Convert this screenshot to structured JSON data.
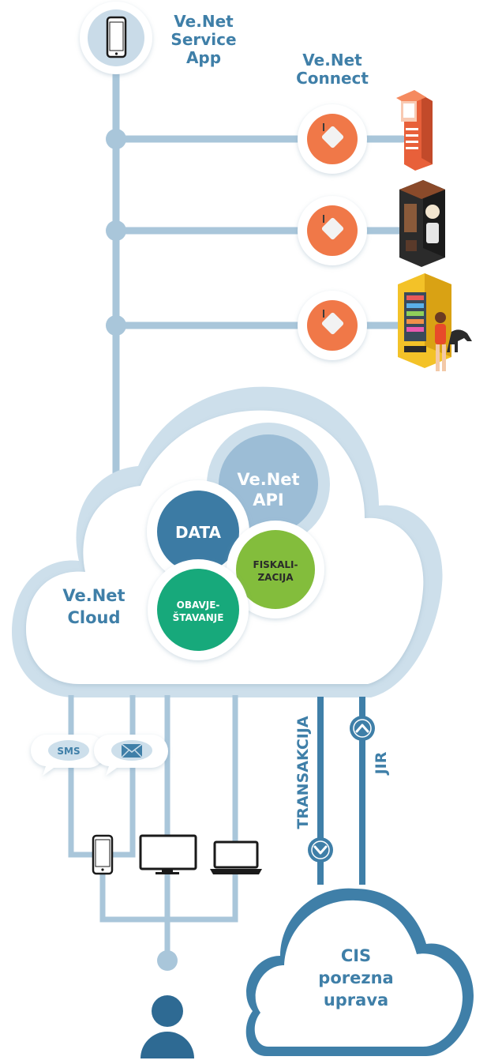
{
  "colors": {
    "line": "#a9c6da",
    "line_dark": "#3f7fa8",
    "text_blue": "#3f7fa8",
    "orange": "#f07848",
    "data": "#3c7ba4",
    "api": "#9cbdd6",
    "fiskal": "#83bd3c",
    "obav": "#17a97b"
  },
  "service_app": {
    "line1": "Ve.Net",
    "line2": "Service",
    "line3": "App",
    "icon": "smartphone-icon"
  },
  "connect": {
    "line1": "Ve.Net",
    "line2": "Connect"
  },
  "devices": [
    {
      "name": "Ticket kiosk",
      "icon": "ticket-kiosk-icon"
    },
    {
      "name": "Coffee vending machine",
      "icon": "coffee-machine-icon"
    },
    {
      "name": "Snack vending machine",
      "icon": "snack-machine-icon"
    }
  ],
  "cloud": {
    "line1": "Ve.Net",
    "line2": "Cloud",
    "api": {
      "line1": "Ve.Net",
      "line2": "API"
    },
    "data": "DATA",
    "fiskal": {
      "line1": "FISKALI-",
      "line2": "ZACIJA"
    },
    "obav": {
      "line1": "OBAVJE-",
      "line2": "ŠTAVANJE"
    }
  },
  "bubbles": {
    "sms": "SMS",
    "email_icon": "envelope-icon"
  },
  "flows": {
    "down": "TRANSAKCIJA",
    "up": "JIR"
  },
  "cis": {
    "line1": "CIS",
    "line2": "porezna",
    "line3": "uprava"
  },
  "clients": [
    "smartphone-icon",
    "monitor-icon",
    "laptop-icon"
  ],
  "user_icon": "user-icon"
}
